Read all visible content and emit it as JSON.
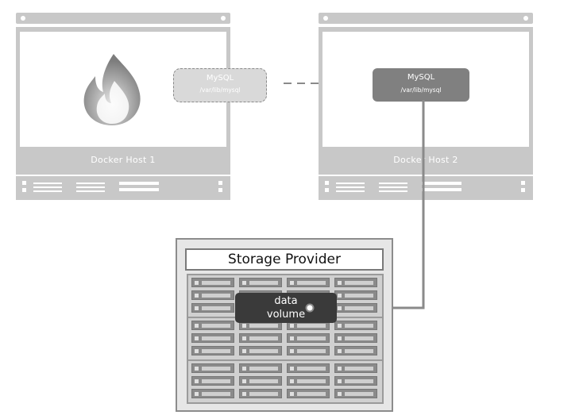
{
  "hosts": [
    {
      "label": "Docker Host 1"
    },
    {
      "label": "Docker Host 2"
    }
  ],
  "mysql_ghost": {
    "title": "MySQL",
    "path": "/var/lib/mysql"
  },
  "mysql": {
    "title": "MySQL",
    "path": "/var/lib/mysql"
  },
  "storage": {
    "title": "Storage Provider"
  },
  "volume": {
    "line1": "data",
    "line2": "volume"
  },
  "colors": {
    "host": "#c8c8c8",
    "mysql": "#808080",
    "volume": "#3a3a3a",
    "connector": "#8a8a8a"
  }
}
